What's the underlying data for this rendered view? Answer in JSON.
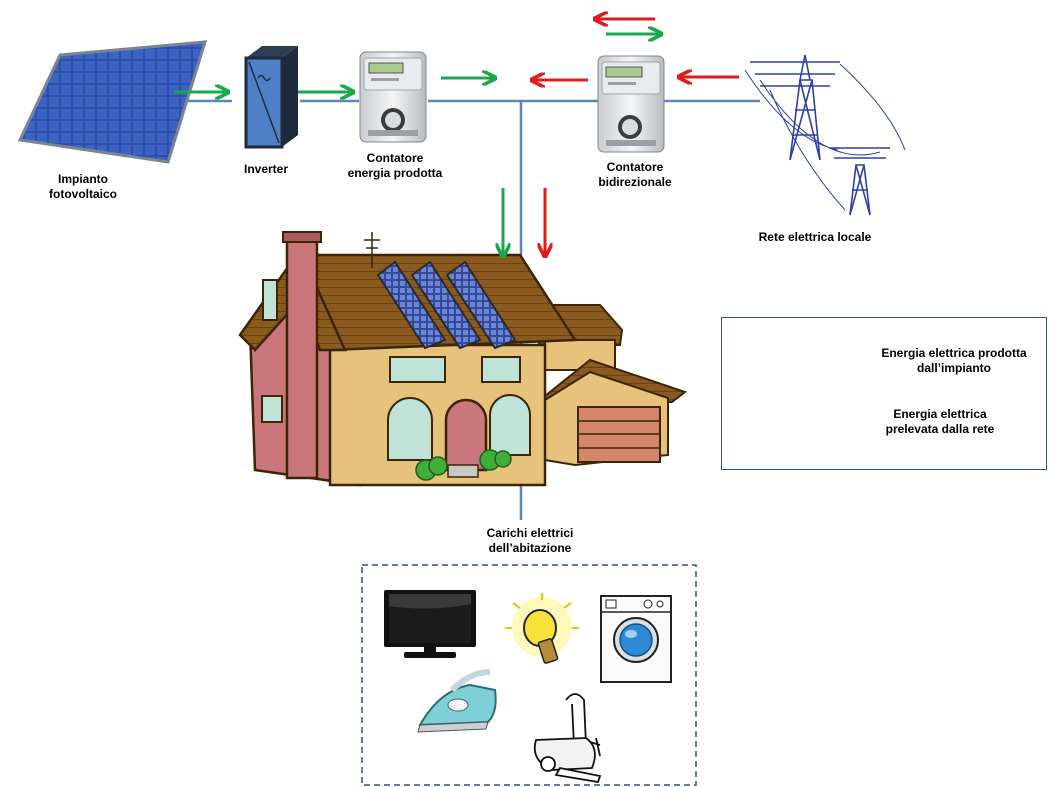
{
  "labels": {
    "pv": [
      "Impianto",
      "fotovoltaico"
    ],
    "inverter": "Inverter",
    "meter_prod": [
      "Contatore",
      "energia prodotta"
    ],
    "meter_bi": [
      "Contatore",
      "bidirezionale"
    ],
    "grid": "Rete elettrica locale",
    "loads": [
      "Carichi elettrici",
      "dell’abitazione"
    ]
  },
  "legend": {
    "green": [
      "Energia elettrica prodotta",
      "dall’impianto"
    ],
    "red": [
      "Energia elettrica",
      "prelevata dalla rete"
    ]
  },
  "colors": {
    "green": "#1aa84a",
    "red": "#e31a1a",
    "line": "#5b86bf",
    "border": "#2f4f8f"
  },
  "icons": [
    "solar-panel-icon",
    "inverter-icon",
    "energy-meter-icon",
    "bidirectional-meter-icon",
    "power-pylon-icon",
    "house-icon",
    "tv-icon",
    "light-bulb-icon",
    "washing-machine-icon",
    "iron-icon",
    "vacuum-cleaner-icon"
  ]
}
